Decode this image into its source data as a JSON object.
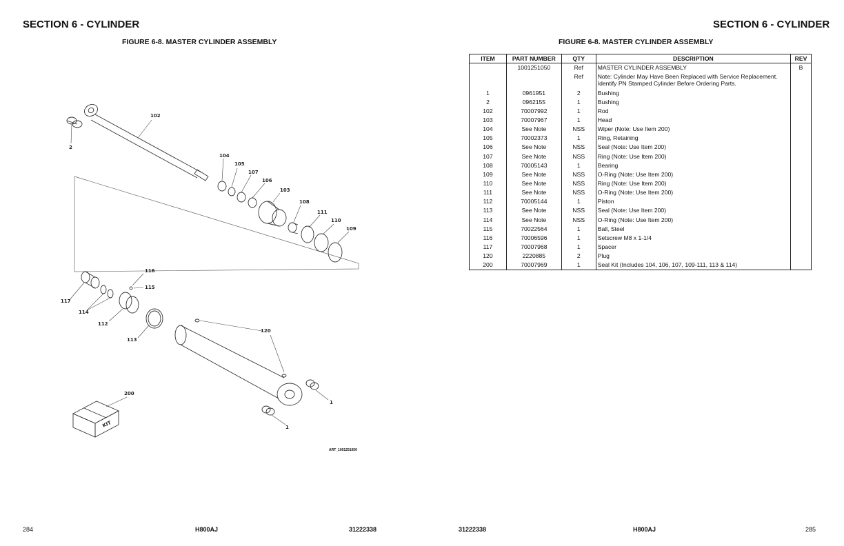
{
  "left_page": {
    "section_title": "SECTION 6 - CYLINDER",
    "figure_title": "FIGURE 6-8. MASTER CYLINDER ASSEMBLY",
    "art_id": "ART_1001251050",
    "callouts": {
      "c2": "2",
      "c102": "102",
      "c104": "104",
      "c105": "105",
      "c107": "107",
      "c106": "106",
      "c103": "103",
      "c108": "108",
      "c111": "111",
      "c110": "110",
      "c109": "109",
      "c116": "116",
      "c115": "115",
      "c117": "117",
      "c114": "114",
      "c112": "112",
      "c113": "113",
      "c120": "120",
      "c200": "200",
      "c1a": "1",
      "c1b": "1",
      "kit_label": "KIT"
    },
    "footer": {
      "page_number": "284",
      "model": "H800AJ",
      "doc_number": "31222338"
    }
  },
  "right_page": {
    "section_title": "SECTION 6 - CYLINDER",
    "figure_title": "FIGURE 6-8. MASTER CYLINDER ASSEMBLY",
    "table": {
      "headers": [
        "ITEM",
        "PART NUMBER",
        "QTY",
        "DESCRIPTION",
        "REV"
      ],
      "rows": [
        [
          "",
          "1001251050",
          "Ref",
          "MASTER CYLINDER ASSEMBLY",
          "B"
        ],
        [
          "",
          "",
          "Ref",
          "Note: Cylinder May Have Been Replaced with Service Replacement.  Identify PN Stamped Cylinder Before Ordering Parts.",
          ""
        ],
        [
          "1",
          "0961951",
          "2",
          "Bushing",
          ""
        ],
        [
          "2",
          "0962155",
          "1",
          "Bushing",
          ""
        ],
        [
          "102",
          "70007992",
          "1",
          "Rod",
          ""
        ],
        [
          "103",
          "70007967",
          "1",
          "Head",
          ""
        ],
        [
          "104",
          "See Note",
          "NSS",
          "Wiper (Note: Use Item 200)",
          ""
        ],
        [
          "105",
          "70002373",
          "1",
          "Ring, Retaining",
          ""
        ],
        [
          "106",
          "See Note",
          "NSS",
          "Seal (Note: Use Item 200)",
          ""
        ],
        [
          "107",
          "See Note",
          "NSS",
          "Ring (Note: Use Item 200)",
          ""
        ],
        [
          "108",
          "70005143",
          "1",
          "Bearing",
          ""
        ],
        [
          "109",
          "See Note",
          "NSS",
          "O-Ring (Note: Use Item 200)",
          ""
        ],
        [
          "110",
          "See Note",
          "NSS",
          "Ring (Note: Use Item 200)",
          ""
        ],
        [
          "111",
          "See Note",
          "NSS",
          "O-Ring (Note: Use Item 200)",
          ""
        ],
        [
          "112",
          "70005144",
          "1",
          "Piston",
          ""
        ],
        [
          "113",
          "See Note",
          "NSS",
          "Seal (Note: Use Item 200)",
          ""
        ],
        [
          "114",
          "See Note",
          "NSS",
          "O-Ring (Note: Use Item 200)",
          ""
        ],
        [
          "115",
          "70022564",
          "1",
          "Ball, Steel",
          ""
        ],
        [
          "116",
          "70006596",
          "1",
          "Setscrew M8 x 1-1/4",
          ""
        ],
        [
          "117",
          "70007968",
          "1",
          "Spacer",
          ""
        ],
        [
          "120",
          "2220885",
          "2",
          "Plug",
          ""
        ],
        [
          "200",
          "70007969",
          "1",
          "Seal Kit (Includes 104, 106, 107, 109-111, 113 & 114)",
          ""
        ]
      ]
    },
    "footer": {
      "page_number": "285",
      "model": "H800AJ",
      "doc_number": "31222338"
    }
  }
}
